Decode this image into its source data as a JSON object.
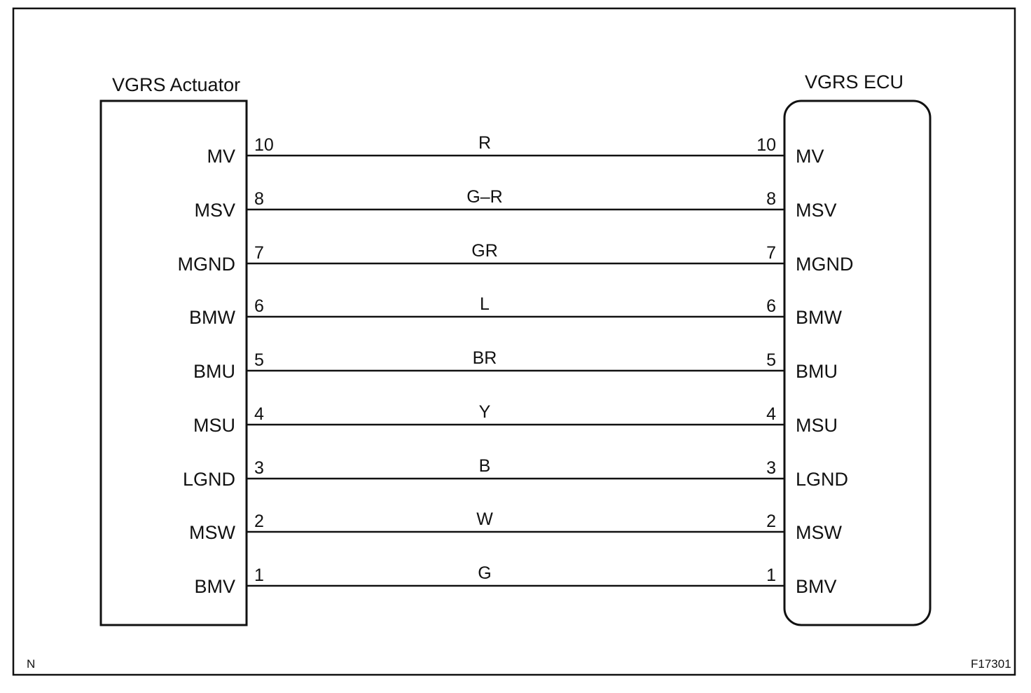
{
  "left_component": {
    "title": "VGRS Actuator"
  },
  "right_component": {
    "title": "VGRS ECU"
  },
  "wires": [
    {
      "terminal_left": "MV",
      "pin_left": "10",
      "color": "R",
      "pin_right": "10",
      "terminal_right": "MV"
    },
    {
      "terminal_left": "MSV",
      "pin_left": "8",
      "color": "G–R",
      "pin_right": "8",
      "terminal_right": "MSV"
    },
    {
      "terminal_left": "MGND",
      "pin_left": "7",
      "color": "GR",
      "pin_right": "7",
      "terminal_right": "MGND"
    },
    {
      "terminal_left": "BMW",
      "pin_left": "6",
      "color": "L",
      "pin_right": "6",
      "terminal_right": "BMW"
    },
    {
      "terminal_left": "BMU",
      "pin_left": "5",
      "color": "BR",
      "pin_right": "5",
      "terminal_right": "BMU"
    },
    {
      "terminal_left": "MSU",
      "pin_left": "4",
      "color": "Y",
      "pin_right": "4",
      "terminal_right": "MSU"
    },
    {
      "terminal_left": "LGND",
      "pin_left": "3",
      "color": "B",
      "pin_right": "3",
      "terminal_right": "LGND"
    },
    {
      "terminal_left": "MSW",
      "pin_left": "2",
      "color": "W",
      "pin_right": "2",
      "terminal_right": "MSW"
    },
    {
      "terminal_left": "BMV",
      "pin_left": "1",
      "color": "G",
      "pin_right": "1",
      "terminal_right": "BMV"
    }
  ],
  "footer": {
    "corner_mark": "N",
    "figure_id": "F17301"
  }
}
